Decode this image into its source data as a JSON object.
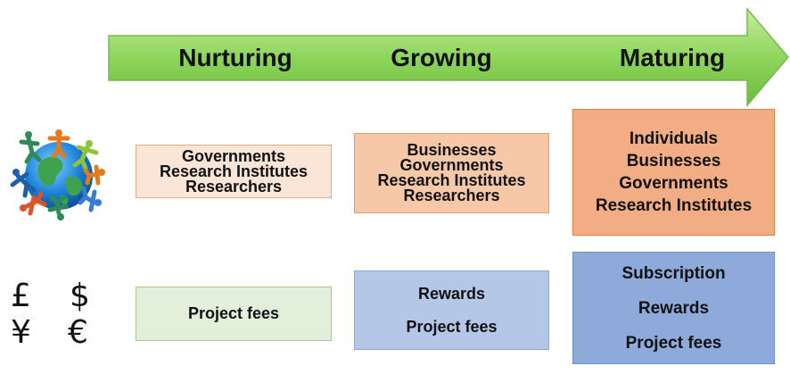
{
  "stages": [
    "Nurturing",
    "Growing",
    "Maturing"
  ],
  "audiences": [
    [
      "Governments",
      "Research Institutes",
      "Researchers"
    ],
    [
      "Businesses",
      "Governments",
      "Research Institutes",
      "Researchers"
    ],
    [
      "Individuals",
      "Businesses",
      "Governments",
      "Research Institutes"
    ]
  ],
  "payments": [
    [
      "Project fees"
    ],
    [
      "Rewards",
      "Project fees"
    ],
    [
      "Subscription",
      "Rewards",
      "Project fees"
    ]
  ],
  "currencies": [
    "£",
    "$",
    "¥",
    "€"
  ],
  "colors": {
    "arrow": "#88d05a",
    "audience_light": "#fbe5d6",
    "audience_mid": "#f6c8a8",
    "audience_dark": "#f3ad84",
    "payment_green": "#e2efda",
    "payment_light_blue": "#b4c7e7",
    "payment_blue": "#8eaadb"
  },
  "icons": [
    "globe-people-icon"
  ]
}
